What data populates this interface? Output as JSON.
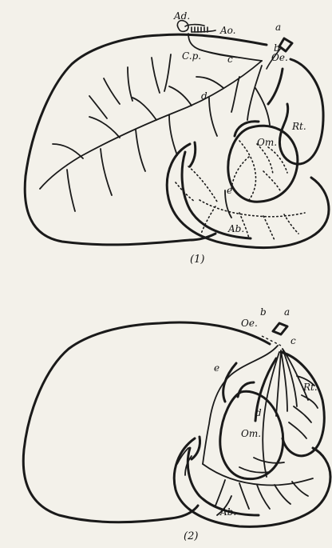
{
  "figure1": {
    "caption": "(1)",
    "labels": {
      "ad": "Ad.",
      "ao": "Ao.",
      "cp": "C.p.",
      "a": "a",
      "b": "b",
      "c": "c",
      "d": "d",
      "e": "e",
      "oe": "Oe.",
      "rt": "Rt.",
      "om": "Om.",
      "ab": "Ab."
    }
  },
  "figure2": {
    "caption": "(2)",
    "labels": {
      "a": "a",
      "b": "b",
      "c": "c",
      "d": "d",
      "e": "e",
      "oe": "Oe.",
      "rt": "Rt.",
      "om": "Om.",
      "ab": "Ab."
    }
  }
}
